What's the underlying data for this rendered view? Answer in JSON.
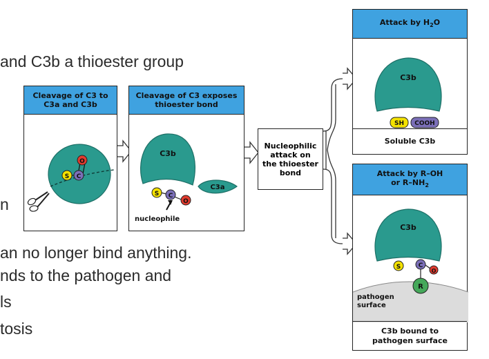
{
  "background_text": [
    "and C3b a thioester group",
    "n",
    "an no longer bind anything.",
    "nds to the pathogen  and",
    "ls",
    "tosis"
  ],
  "panel1": {
    "header_line1": "Cleavage of C3 to",
    "header_line2": "C3a and C3b",
    "label_s": "S",
    "label_c": "C",
    "label_o": "O"
  },
  "panel2": {
    "header_line1": "Cleavage of C3 exposes",
    "header_line2": "thioester bond",
    "c3b": "C3b",
    "c3a": "C3a",
    "label_s": "S",
    "label_c": "C",
    "label_o": "O",
    "nucleophile": "nucleophile"
  },
  "center_box": {
    "line1": "Nucleophilic",
    "line2": "attack on",
    "line3": "the thioester",
    "line4": "bond"
  },
  "panel3": {
    "header_prefix": "Attack by H",
    "header_sub": "2",
    "header_suffix": "O",
    "c3b": "C3b",
    "sh": "SH",
    "cooh": "COOH",
    "footer": "Soluble C3b"
  },
  "panel4": {
    "header_line1": "Attack by R–OH",
    "header_line2_prefix": "or R–NH",
    "header_line2_sub": "2",
    "c3b": "C3b",
    "label_s": "S",
    "label_c": "C",
    "label_o": "O",
    "label_r": "R",
    "surface_line1": "pathogen",
    "surface_line2": "surface",
    "footer_line1": "C3b bound to",
    "footer_line2": "pathogen surface"
  },
  "colors": {
    "header_blue": "#3fa2e0",
    "teal": "#2a9a8e",
    "teal_dark": "#1d6f66",
    "sulfur_yellow": "#f4e200",
    "carbon_purple": "#7b6fb8",
    "oxygen_red": "#e23b2e",
    "r_green": "#45a85a",
    "surface_gray": "#dcdcdc"
  }
}
